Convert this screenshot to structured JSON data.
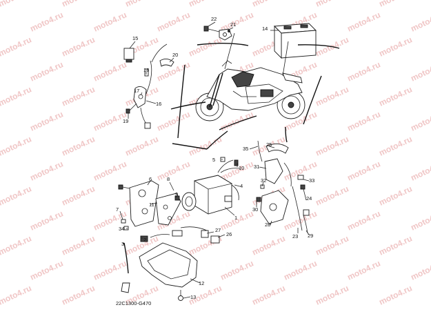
{
  "watermark_text": "moto4.ru",
  "diagram_code": "22C1300-G470",
  "callouts": [
    {
      "id": "c1",
      "label": "1"
    },
    {
      "id": "c2",
      "label": "2"
    },
    {
      "id": "c3",
      "label": "3"
    },
    {
      "id": "c4",
      "label": "4"
    },
    {
      "id": "c5",
      "label": "5"
    },
    {
      "id": "c6",
      "label": "6"
    },
    {
      "id": "c7",
      "label": "7"
    },
    {
      "id": "c8",
      "label": "8"
    },
    {
      "id": "c9",
      "label": "9"
    },
    {
      "id": "c10",
      "label": "10"
    },
    {
      "id": "c11",
      "label": "11"
    },
    {
      "id": "c12",
      "label": "12"
    },
    {
      "id": "c13",
      "label": "13"
    },
    {
      "id": "c14",
      "label": "14"
    },
    {
      "id": "c15",
      "label": "15"
    },
    {
      "id": "c16",
      "label": "16"
    },
    {
      "id": "c17",
      "label": "17"
    },
    {
      "id": "c18",
      "label": "18"
    },
    {
      "id": "c19",
      "label": "19"
    },
    {
      "id": "c20",
      "label": "20"
    },
    {
      "id": "c21",
      "label": "21"
    },
    {
      "id": "c22",
      "label": "22"
    },
    {
      "id": "c23",
      "label": "23"
    },
    {
      "id": "c24",
      "label": "24"
    },
    {
      "id": "c25",
      "label": "25"
    },
    {
      "id": "c26",
      "label": "26"
    },
    {
      "id": "c27",
      "label": "27"
    },
    {
      "id": "c28",
      "label": "28"
    },
    {
      "id": "c29",
      "label": "29"
    },
    {
      "id": "c30",
      "label": "30"
    },
    {
      "id": "c31",
      "label": "31"
    },
    {
      "id": "c32",
      "label": "32"
    },
    {
      "id": "c33",
      "label": "33"
    },
    {
      "id": "c34",
      "label": "34"
    },
    {
      "id": "c35",
      "label": "35"
    }
  ]
}
